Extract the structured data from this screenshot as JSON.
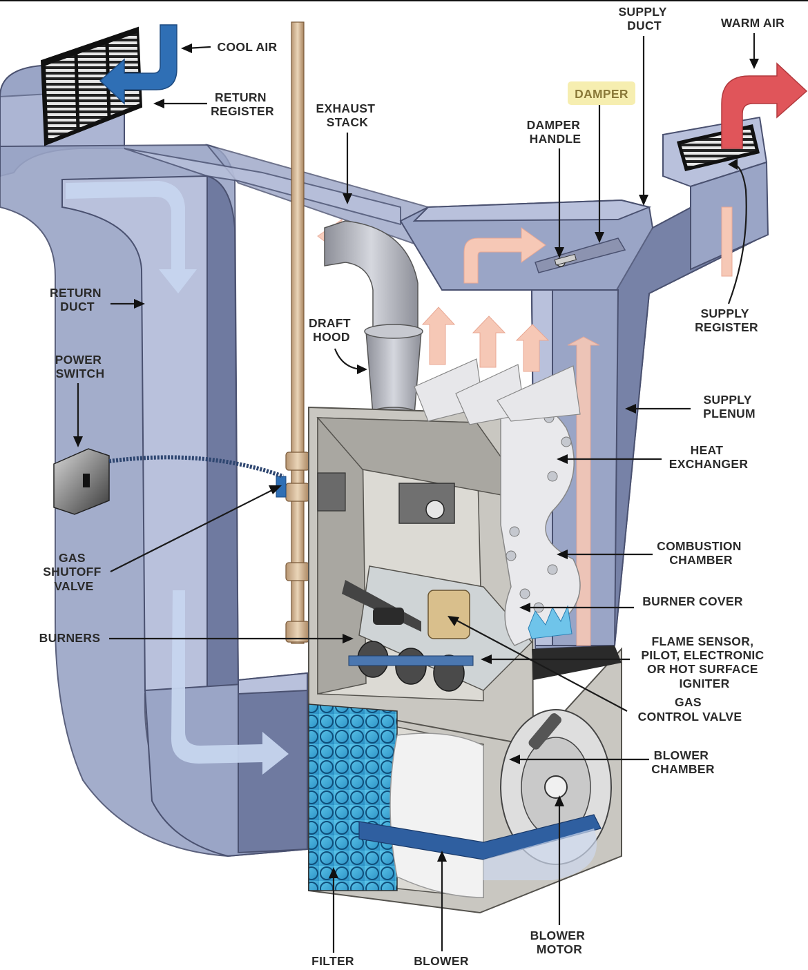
{
  "labels": {
    "cool_air": "COOL AIR",
    "return_register": [
      "RETURN",
      "REGISTER"
    ],
    "exhaust_stack": [
      "EXHAUST",
      "STACK"
    ],
    "supply_duct": [
      "SUPPLY",
      "DUCT"
    ],
    "warm_air": "WARM AIR",
    "damper": "DAMPER",
    "damper_handle": [
      "DAMPER",
      "HANDLE"
    ],
    "return_duct": [
      "RETURN",
      "DUCT"
    ],
    "supply_register": [
      "SUPPLY",
      "REGISTER"
    ],
    "draft_hood": [
      "DRAFT",
      "HOOD"
    ],
    "power_switch": [
      "POWER",
      "SWITCH"
    ],
    "supply_plenum": [
      "SUPPLY",
      "PLENUM"
    ],
    "heat_exchanger": [
      "HEAT",
      "EXCHANGER"
    ],
    "combustion_chamber": [
      "COMBUSTION",
      "CHAMBER"
    ],
    "gas_shutoff_valve": [
      "GAS",
      "SHUTOFF",
      "VALVE"
    ],
    "burner_cover": "BURNER COVER",
    "burners": "BURNERS",
    "flame_sensor": [
      "FLAME SENSOR,",
      "PILOT, ELECTRONIC",
      "OR HOT SURFACE",
      "IGNITER"
    ],
    "gas_control_valve": [
      "GAS",
      "CONTROL VALVE"
    ],
    "blower_chamber": [
      "BLOWER",
      "CHAMBER"
    ],
    "blower_motor": [
      "BLOWER",
      "MOTOR"
    ],
    "filter": "FILTER",
    "blower": "BLOWER"
  },
  "colors": {
    "duct": "#9aa5c6",
    "cool_arrow": "#2f6fb5",
    "warm_arrow": "#e0555a",
    "damper_highlight": "#f6eeb0",
    "cabinet": "#c9c7c1",
    "filter": "#47b6e0"
  }
}
